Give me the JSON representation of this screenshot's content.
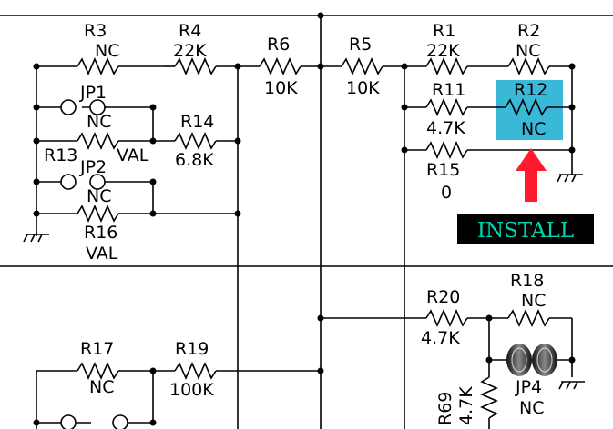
{
  "labels": {
    "r3": "R3",
    "r3v": "NC",
    "r4": "R4",
    "r4v": "22K",
    "r6": "R6",
    "r6v": "10K",
    "r5": "R5",
    "r5v": "10K",
    "r1": "R1",
    "r1v": "22K",
    "r2": "R2",
    "r2v": "NC",
    "jp1": "JP1",
    "jp1v": "NC",
    "r11": "R11",
    "r11v": "4.7K",
    "r12": "R12",
    "r12v": "NC",
    "r14": "R14",
    "r14v": "6.8K",
    "r13": "R13",
    "r13v": "VAL",
    "r15": "R15",
    "r15v": "0",
    "jp2": "JP2",
    "jp2v": "NC",
    "r16": "R16",
    "r16v": "VAL",
    "install": "INSTALL",
    "r20": "R20",
    "r20v": "4.7K",
    "r18": "R18",
    "r18v": "NC",
    "r17": "R17",
    "r17v": "NC",
    "r19": "R19",
    "r19v": "100K",
    "r69": "R69",
    "r69v": "4.7K",
    "jp4": "JP4",
    "jp4v": "NC"
  },
  "colors": {
    "highlight": "#3ab8d8",
    "arrow": "#ff1a2e",
    "install_bg": "#000000",
    "install_text": "#00d6b4"
  }
}
